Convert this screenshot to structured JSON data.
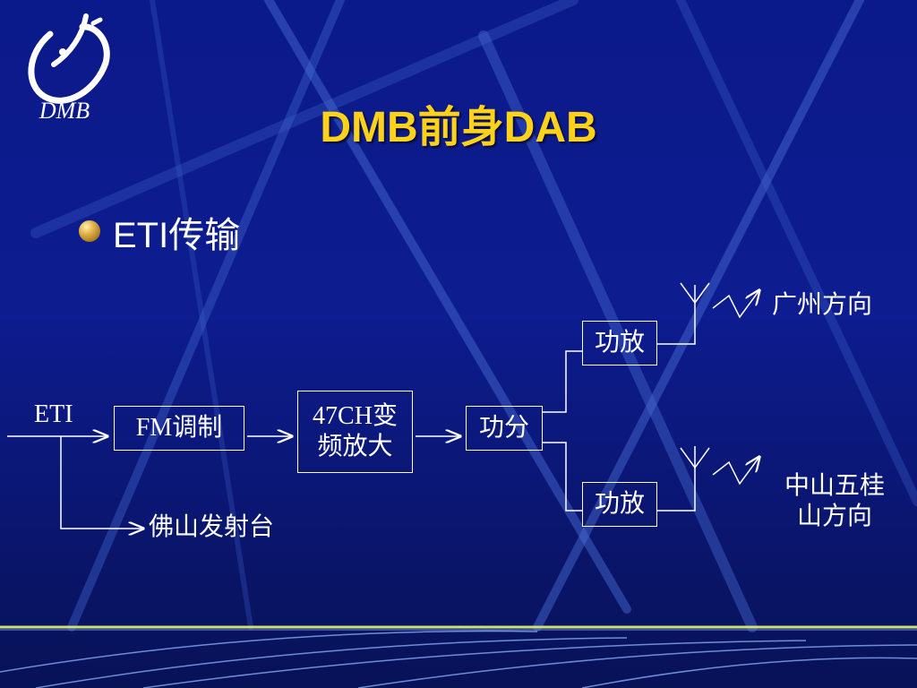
{
  "slide": {
    "title": "DMB前身DAB",
    "logo_text": "DMB",
    "bullet": "ETI传输"
  },
  "diagram": {
    "input_label": "ETI",
    "fm_mod": "FM调制",
    "amp_47ch_line1": "47CH变",
    "amp_47ch_line2": "频放大",
    "splitter": "功分",
    "pa_top": "功放",
    "pa_bottom": "功放",
    "dest_top": "广州方向",
    "dest_bottom_line1": "中山五桂",
    "dest_bottom_line2": "山方向",
    "branch_label": "佛山发射台"
  },
  "colors": {
    "background": "#0d1c8f",
    "title": "#ffd21a",
    "text": "#ffffff"
  }
}
